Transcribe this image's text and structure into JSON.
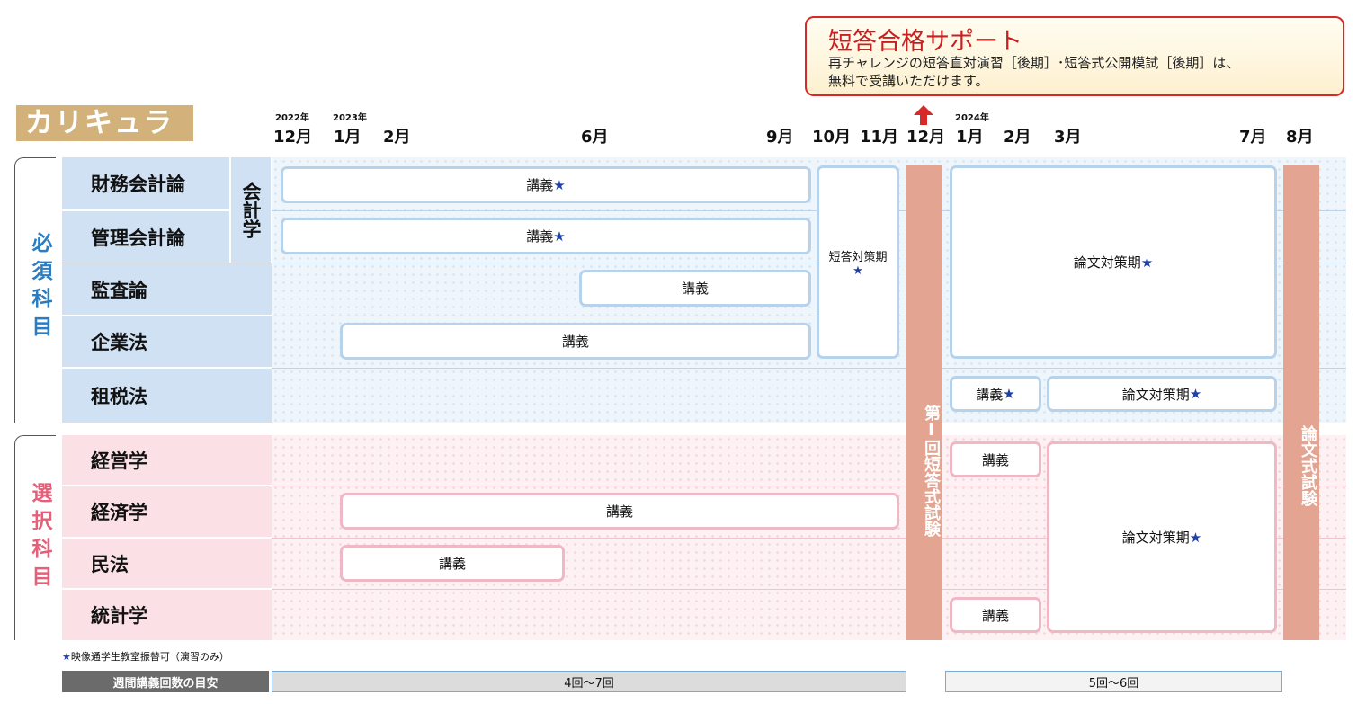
{
  "title": "カリキュラム",
  "support": {
    "heading": "短答合格サポート",
    "line1": "再チャレンジの短答直対演習［後期］･短答式公開模試［後期］は、",
    "line2": "無料で受講いただけます。"
  },
  "years": {
    "y2022": "2022年",
    "y2023": "2023年",
    "y2024": "2024年"
  },
  "months": [
    "12月",
    "1月",
    "2月",
    "6月",
    "9月",
    "10月",
    "11月",
    "12月",
    "1月",
    "2月",
    "3月",
    "7月",
    "8月"
  ],
  "categories": {
    "required": "必須科目",
    "elective": "選択科目"
  },
  "group_label": "会計学",
  "subjects": [
    "財務会計論",
    "管理会計論",
    "監査論",
    "企業法",
    "租税法",
    "経営学",
    "経済学",
    "民法",
    "統計学"
  ],
  "bars": {
    "lecture": "講義",
    "tanto_period": "短答対策期",
    "ronbun_period": "論文対策期",
    "exam1": "第Ⅰ回短答式試験",
    "exam2": "論文式試験",
    "star": "★"
  },
  "note": {
    "star": "★",
    "text": "映像通学生教室振替可（演習のみ）"
  },
  "weekly": {
    "label": "週間講義回数の目安",
    "first": "4回〜7回",
    "second": "5回〜6回"
  },
  "colors": {
    "accent_red": "#d62a2a",
    "title_bg": "#d2b27a",
    "required": "#2b7cc0",
    "elective": "#e4607a",
    "exam": "#e3a592",
    "star": "#1e3fa6"
  }
}
